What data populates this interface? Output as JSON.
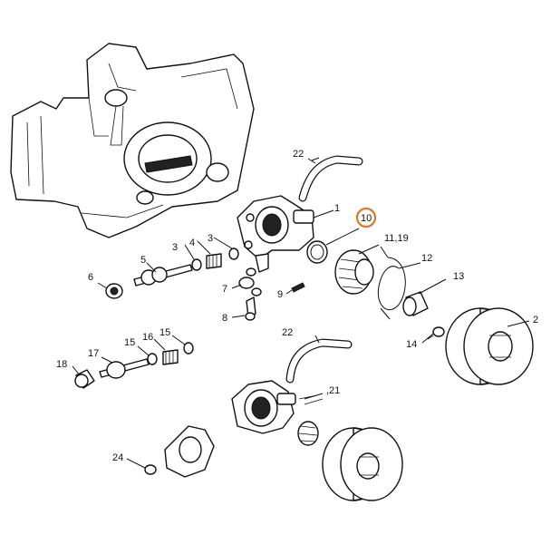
{
  "labels": {
    "p1": "1",
    "p2": "2",
    "p3a": "3",
    "p3b": "3",
    "p4": "4",
    "p5": "5",
    "p6": "6",
    "p7": "7",
    "p8": "8",
    "p9": "9",
    "p10": "10",
    "p11_19": "11,19",
    "p12": "12",
    "p13": "13",
    "p14": "14",
    "p15a": "15",
    "p15b": "15",
    "p16": "16",
    "p17": "17",
    "p18": "18",
    "p21": ",21",
    "p22a": "22",
    "p22b": "22",
    "p24": "24"
  },
  "colors": {
    "highlight": "#e07a1e",
    "line": "#111111",
    "background": "#ffffff"
  }
}
